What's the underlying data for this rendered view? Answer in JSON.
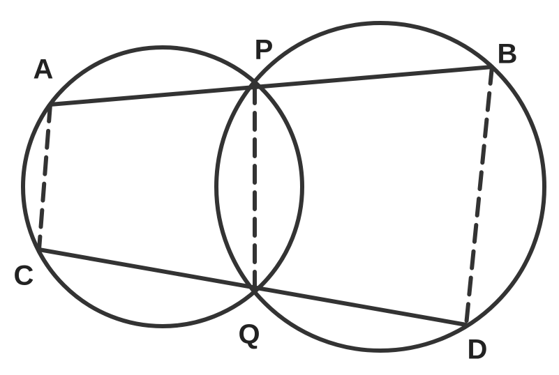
{
  "diagram": {
    "colors": {
      "stroke": "#333333",
      "text": "#222222",
      "background": "#ffffff"
    },
    "labels": {
      "A": "A",
      "B": "B",
      "C": "C",
      "D": "D",
      "P": "P",
      "Q": "Q"
    }
  }
}
